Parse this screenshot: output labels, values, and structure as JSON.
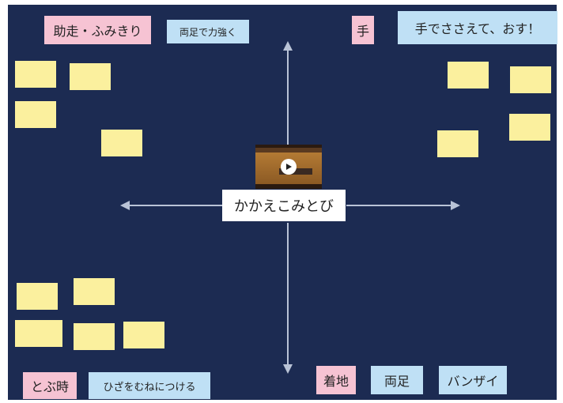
{
  "center": {
    "title": "かかえこみとび"
  },
  "top_left": {
    "label": "助走・ふみきり",
    "tag": "両足で力強く"
  },
  "top_right": {
    "label": "手",
    "tag": "手でささえて、おす！"
  },
  "bottom_left": {
    "label": "とぶ時",
    "tag": "ひざをむねにつける"
  },
  "bottom_right": {
    "label": "着地",
    "tag1": "両足",
    "tag2": "バンザイ"
  },
  "colors": {
    "background": "#1c2b52",
    "sticky_note": "#fbf09e",
    "pink_label": "#f6c3d3",
    "blue_label": "#bfe0f5",
    "arrow": "#b9c3d6"
  },
  "icons": {
    "video": "video-thumbnail-icon",
    "play": "play-icon"
  }
}
